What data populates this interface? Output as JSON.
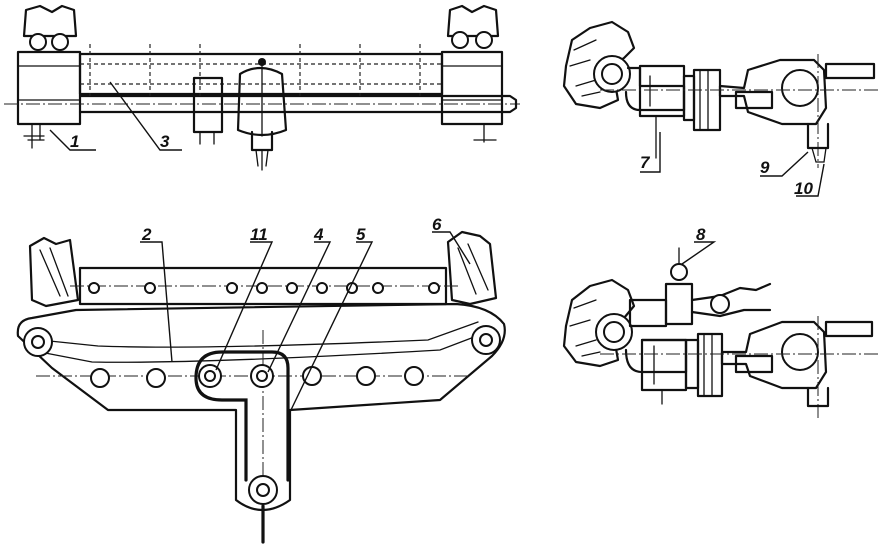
{
  "drawing": {
    "callouts": [
      {
        "id": "c1",
        "text": "1"
      },
      {
        "id": "c2",
        "text": "2"
      },
      {
        "id": "c3",
        "text": "3"
      },
      {
        "id": "c4",
        "text": "4"
      },
      {
        "id": "c5",
        "text": "5"
      },
      {
        "id": "c6",
        "text": "6"
      },
      {
        "id": "c7",
        "text": "7"
      },
      {
        "id": "c8",
        "text": "8"
      },
      {
        "id": "c9",
        "text": "9"
      },
      {
        "id": "c10",
        "text": "10"
      },
      {
        "id": "c11",
        "text": "11"
      }
    ]
  }
}
